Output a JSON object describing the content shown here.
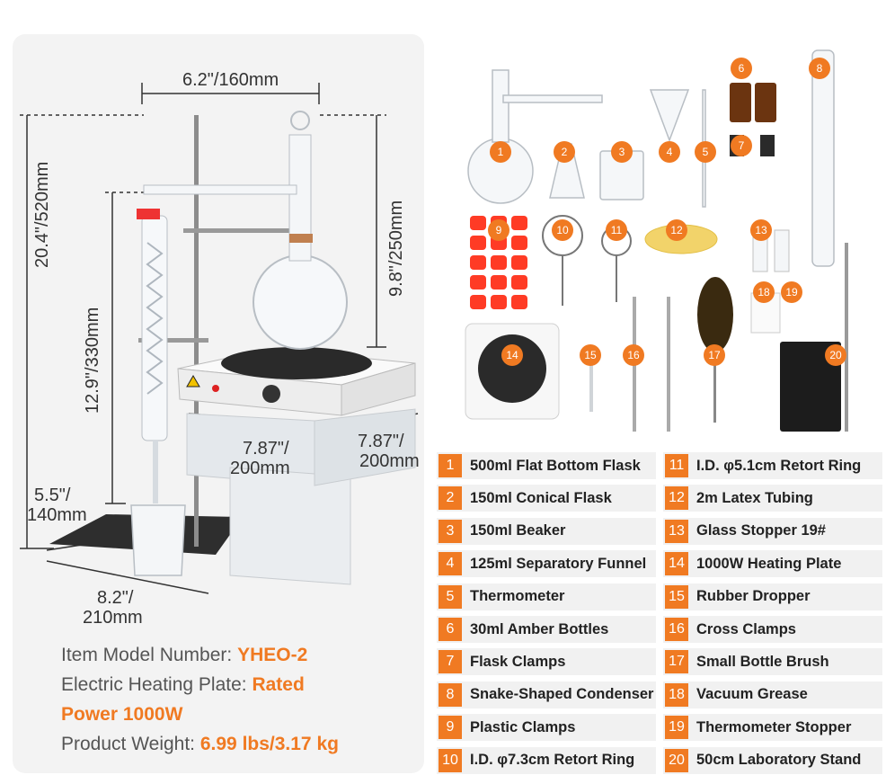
{
  "dimensions": {
    "top_width": "6.2\"/160mm",
    "total_height": "20.4\"/520mm",
    "mid_height": "12.9\"/330mm",
    "flask_height": "9.8\"/250mm",
    "plate_width_1": "7.87\"/",
    "plate_width_1b": "200mm",
    "plate_width_2": "7.87\"/",
    "plate_width_2b": "200mm",
    "base_depth_1": "5.5\"/",
    "base_depth_1b": "140mm",
    "base_width_1": "8.2\"/",
    "base_width_1b": "210mm"
  },
  "specs": {
    "model_label": "Item Model Number: ",
    "model_value": "YHEO-2",
    "heating_label": "Electric Heating Plate: ",
    "heating_value_a": "Rated",
    "heating_value_b": "Power 1000W",
    "weight_label": "Product Weight: ",
    "weight_value": "6.99 lbs/3.17 kg"
  },
  "product_numbers": [
    "1",
    "2",
    "3",
    "4",
    "5",
    "6",
    "7",
    "8",
    "9",
    "10",
    "11",
    "12",
    "13",
    "14",
    "15",
    "16",
    "17",
    "18",
    "19",
    "20"
  ],
  "parts": [
    {
      "num": "1",
      "label": "500ml Flat Bottom Flask"
    },
    {
      "num": "2",
      "label": "150ml Conical Flask"
    },
    {
      "num": "3",
      "label": "150ml Beaker"
    },
    {
      "num": "4",
      "label": "125ml Separatory Funnel"
    },
    {
      "num": "5",
      "label": "Thermometer"
    },
    {
      "num": "6",
      "label": "30ml Amber Bottles"
    },
    {
      "num": "7",
      "label": "Flask Clamps"
    },
    {
      "num": "8",
      "label": "Snake-Shaped Condenser"
    },
    {
      "num": "9",
      "label": "Plastic Clamps"
    },
    {
      "num": "10",
      "label": "I.D. φ7.3cm Retort Ring"
    },
    {
      "num": "11",
      "label": "I.D. φ5.1cm Retort Ring"
    },
    {
      "num": "12",
      "label": "2m Latex Tubing"
    },
    {
      "num": "13",
      "label": "Glass Stopper 19#"
    },
    {
      "num": "14",
      "label": "1000W Heating Plate"
    },
    {
      "num": "15",
      "label": "Rubber Dropper"
    },
    {
      "num": "16",
      "label": "Cross Clamps"
    },
    {
      "num": "17",
      "label": "Small Bottle Brush"
    },
    {
      "num": "18",
      "label": "Vacuum Grease"
    },
    {
      "num": "19",
      "label": "Thermometer Stopper"
    },
    {
      "num": "20",
      "label": "50cm Laboratory Stand"
    }
  ],
  "colors": {
    "accent": "#f07a22",
    "card": "#f3f3f3",
    "row": "#f1f1f1"
  }
}
